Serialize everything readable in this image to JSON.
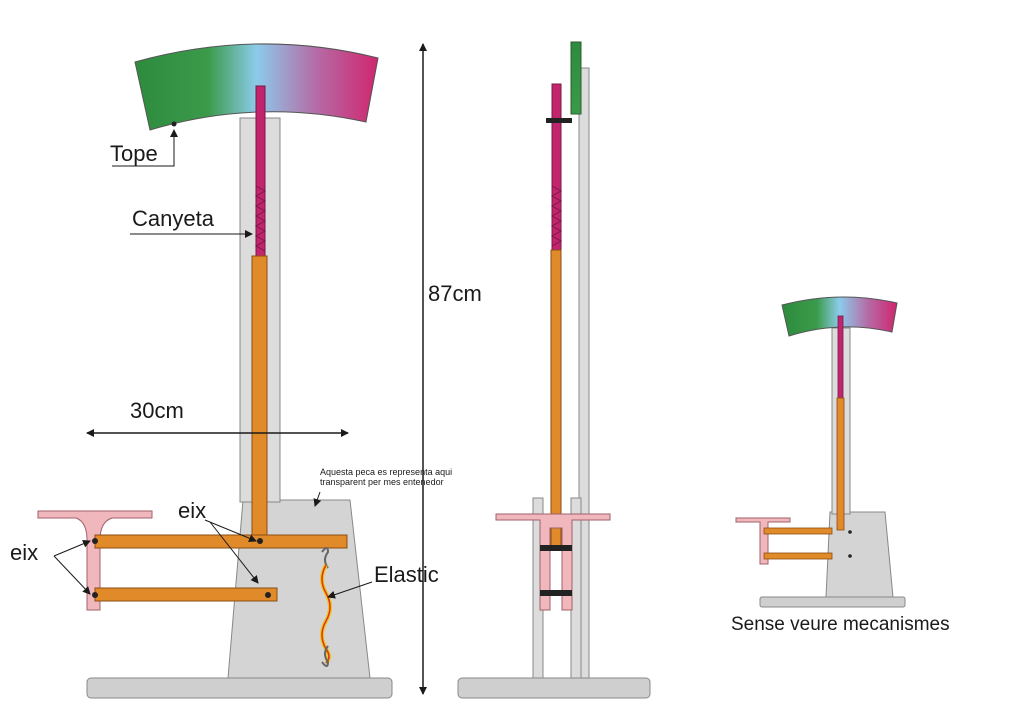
{
  "labels": {
    "tope": "Tope",
    "canyeta": "Canyeta",
    "eix_left": "eix",
    "eix_center": "eix",
    "elastic": "Elastic",
    "width": "30cm",
    "height": "87cm",
    "note_line1": "Aquesta peca es representa aqui",
    "note_line2": "transparent per mes entenedor",
    "caption": "Sense veure mecanismes"
  },
  "colors": {
    "scale_green": "#2e8b3e",
    "scale_blue": "#8ccbea",
    "scale_magenta": "#d0266e",
    "rod_magenta": "#c2256e",
    "lever_orange": "#e08a2a",
    "pedal_pink": "#f0b7bc",
    "post_gray": "#dcdcdc",
    "base_gray": "#cfcfcf",
    "elastic_yellow": "#f2c418",
    "elastic_red": "#d8351c"
  }
}
